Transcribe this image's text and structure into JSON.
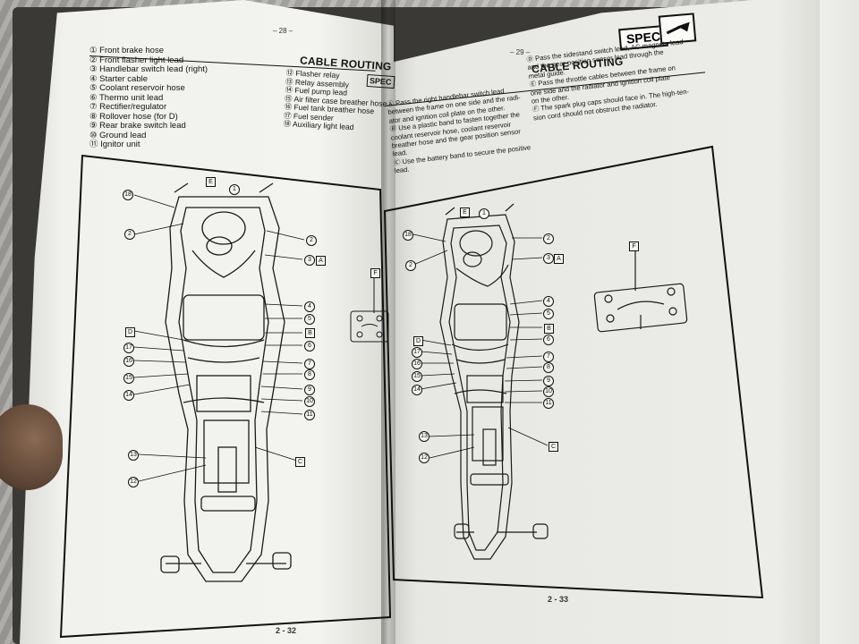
{
  "left_page": {
    "header_page": "– 28 –",
    "title": "CABLE ROUTING",
    "title_tab": "SPEC",
    "legend_col1": [
      "① Front brake hose",
      "② Front flasher light lead",
      "③ Handlebar switch lead (right)",
      "④ Starter cable",
      "⑤ Coolant reservoir hose",
      "⑥ Thermo unit lead",
      "⑦ Rectifier/regulator",
      "⑧ Rollover hose (for D)",
      "⑨ Rear brake switch lead",
      "⑩ Ground lead",
      "⑪ Ignitor unit"
    ],
    "legend_col2": [
      "⑫ Flasher relay",
      "⑬ Relay assembly",
      "⑭ Fuel pump lead",
      "⑮ Air filter case breather hose",
      "⑯ Fuel tank breather hose",
      "⑰ Fuel sender",
      "⑱ Auxiliary light lead"
    ],
    "figure_callouts": {
      "c18": "18",
      "c2a": "2",
      "c2b": "2",
      "c3a": "3",
      "cA": "A",
      "cE": "E",
      "c1": "1",
      "c4": "4",
      "c5": "5",
      "cB": "B",
      "c6": "6",
      "cD": "D",
      "c17": "17",
      "c16": "16",
      "c15": "15",
      "c14": "14",
      "c7": "7",
      "c8": "8",
      "c9": "9",
      "c10": "10",
      "c11": "11",
      "c13": "13",
      "cC": "C",
      "c12": "12",
      "cF": "F"
    },
    "footer_page": "2 - 32"
  },
  "right_page": {
    "header_page": "– 29 –",
    "title": "CABLE ROUTING",
    "title_tab": "SPEC",
    "instructions_left": [
      "Ⓐ Pass the right handlebar switch lead",
      "between the frame on one side and the radi-",
      "ator and ignition coil plate on the other.",
      "Ⓑ Use a plastic band to fasten together the",
      "coolant reservoir hose, coolant reservoir",
      "breather hose and the gear position sensor",
      "lead.",
      "Ⓒ Use the battery band to secure the positive",
      "lead."
    ],
    "instructions_right": [
      "Ⓓ Pass the sidestand switch lead, AC magneto lead",
      "and the gear position sensor lead through the",
      "metal guide.",
      "Ⓔ Pass the throttle cables between the frame on",
      "one side and the radiator and ignition coil plate",
      "on the other.",
      "Ⓕ The spark plug caps should face in. The high-ten-",
      "sion cord should not obstruct the radiator."
    ],
    "figure_callouts": {
      "c18": "18",
      "c2a": "2",
      "c2b": "2",
      "c3": "3",
      "cA": "A",
      "cE": "E",
      "c1": "1",
      "c4": "4",
      "c5": "5",
      "cB": "B",
      "c6": "6",
      "cD": "D",
      "c17": "17",
      "c16": "16",
      "c15": "15",
      "c14": "14",
      "c7": "7",
      "c8": "8",
      "c9": "9",
      "c10": "10",
      "c11": "11",
      "c13": "13",
      "cC": "C",
      "c12": "12",
      "cF": "F"
    },
    "footer_page": "2 - 33"
  },
  "colors": {
    "ink": "#141414",
    "paper": "#efefeb",
    "background": "#9d9b97"
  }
}
